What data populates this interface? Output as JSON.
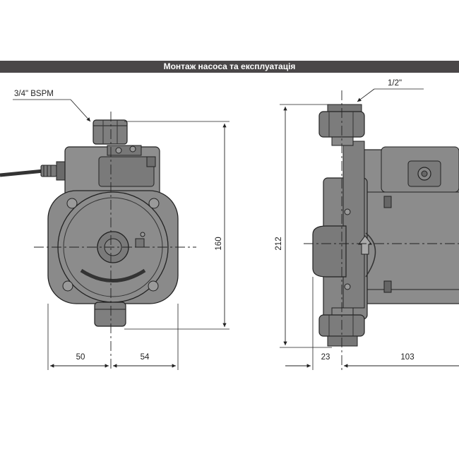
{
  "title": "Монтаж насоса та експлуатація",
  "labels": {
    "inlet_thread": "3/4\" BSPM",
    "outlet_thread": "1/2\""
  },
  "dimensions": {
    "front_height": "160",
    "front_left_width": "50",
    "front_right_width": "54",
    "side_height": "212",
    "side_left_width": "23",
    "side_right_width": "103"
  },
  "colors": {
    "title_bar": "#4a4748",
    "pump_body": "#8a8a8a",
    "pump_dark": "#5f5f5f",
    "line": "#222222"
  }
}
